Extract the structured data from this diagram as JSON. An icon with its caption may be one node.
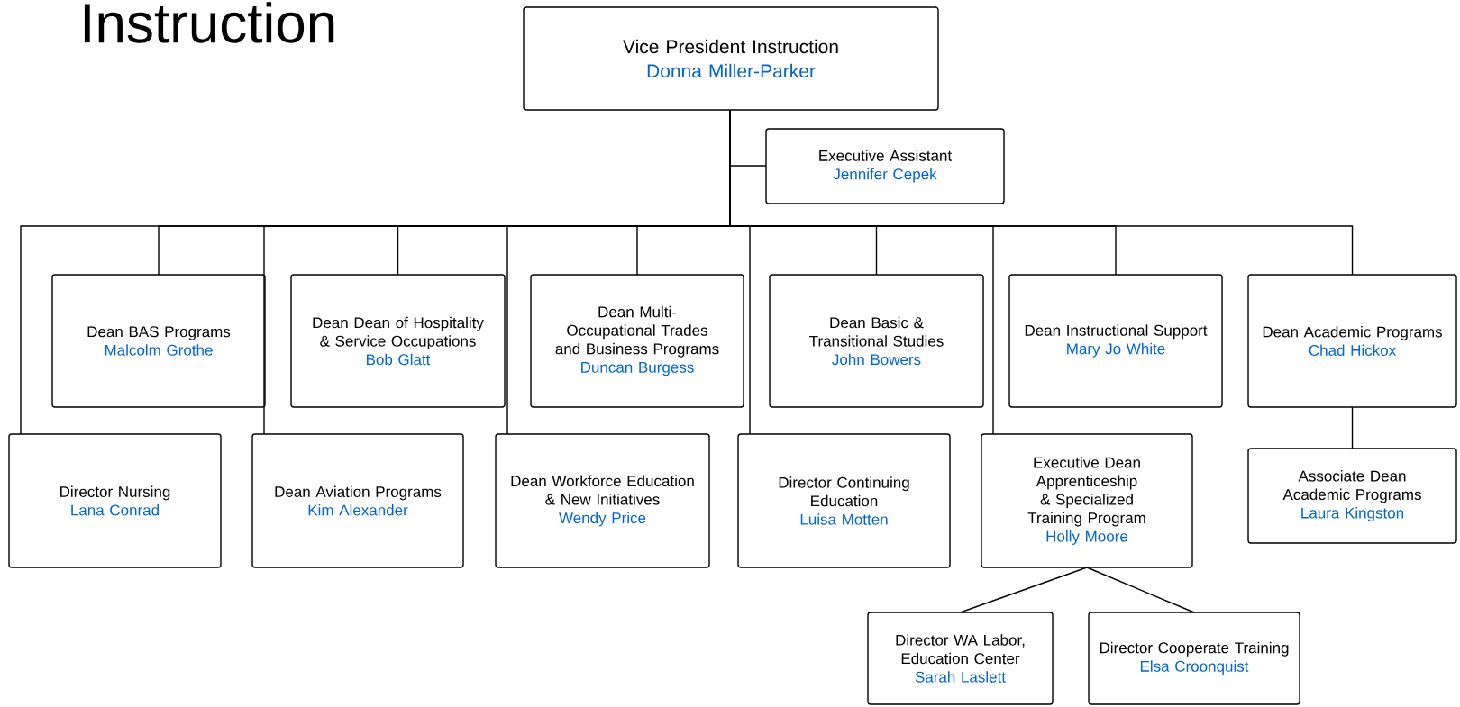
{
  "diagram": {
    "title": "Instruction",
    "nodes": [
      {
        "text": [
          "Vice President Instruction",
          "Donna Miller-Parker"
        ]
      },
      {
        "text": [
          "Executive Assistant",
          "Jennifer Cepek"
        ]
      },
      {
        "text": [
          "Dean BAS Programs",
          "Malcolm Grothe"
        ]
      },
      {
        "text": [
          "Dean Dean of Hospitality & Service Occupations",
          "Bob Glatt"
        ]
      },
      {
        "text": [
          "Dean Multi-Occupational Trades and Business Programs",
          "Duncan Burgess"
        ]
      },
      {
        "text": [
          "Dean Basic & Transitional Studies",
          "John Bowers"
        ]
      },
      {
        "text": [
          "Dean Instructional Support",
          "Mary Jo White"
        ]
      },
      {
        "text": [
          "Dean Academic Programs",
          "Chad Hickox"
        ]
      },
      {
        "text": [
          "Director Nursing",
          "Lana Conrad"
        ]
      },
      {
        "text": [
          "Dean Aviation Programs",
          "Kim Alexander"
        ]
      },
      {
        "text": [
          "Dean Workforce Education & New Initiatives",
          "Wendy Price"
        ]
      },
      {
        "text": [
          "Director Continuing Education",
          "Luisa Motten"
        ]
      },
      {
        "text": [
          "Executive Dean Apprenticeship & Specialized Training Program",
          "Holly Moore"
        ]
      },
      {
        "text": [
          "Associate Dean Academic Programs",
          "Laura Kingston"
        ]
      },
      {
        "text": [
          "Director WA Labor, Education Center",
          "Sarah Laslett"
        ]
      },
      {
        "text": [
          "Director Cooperate Training",
          "Elsa Croonquist"
        ]
      }
    ],
    "edges": [
      {
        "from": 0,
        "to": 1,
        "arrow": "none"
      },
      {
        "from": 0,
        "to": 2,
        "arrow": "none"
      },
      {
        "from": 0,
        "to": 3,
        "arrow": "none"
      },
      {
        "from": 0,
        "to": 4,
        "arrow": "none"
      },
      {
        "from": 0,
        "to": 5,
        "arrow": "none"
      },
      {
        "from": 0,
        "to": 6,
        "arrow": "none"
      },
      {
        "from": 0,
        "to": 7,
        "arrow": "none"
      },
      {
        "from": 0,
        "to": 8,
        "arrow": "none"
      },
      {
        "from": 0,
        "to": 9,
        "arrow": "none"
      },
      {
        "from": 0,
        "to": 10,
        "arrow": "none"
      },
      {
        "from": 0,
        "to": 11,
        "arrow": "none"
      },
      {
        "from": 0,
        "to": 12,
        "arrow": "none"
      },
      {
        "from": 7,
        "to": 13,
        "arrow": "none"
      },
      {
        "from": 12,
        "to": 14,
        "arrow": "none"
      },
      {
        "from": 12,
        "to": 15,
        "arrow": "none"
      }
    ]
  }
}
